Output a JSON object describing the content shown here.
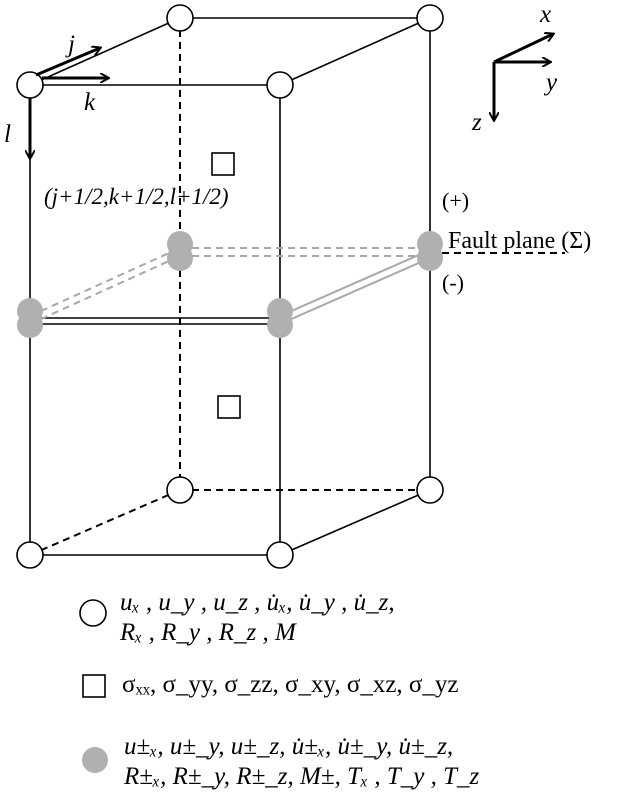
{
  "diagram": {
    "node_label": "(j+1/2,k+1/2,l+1/2)",
    "fault_label": "Fault plane (Σ)",
    "plus_label": "(+)",
    "minus_label": "(-)",
    "grid_axes": {
      "j": "j",
      "k": "k",
      "l": "l"
    },
    "coord_axes": {
      "x": "x",
      "y": "y",
      "z": "z"
    },
    "colors": {
      "line": "#000000",
      "fault_node": "#b0b0b0",
      "fault_line": "#a8a8a8"
    }
  },
  "legend": {
    "circle_line1": "uₓ , u_y , u_z , u̇ₓ, u̇_y , u̇_z,",
    "circle_line2": "Rₓ , R_y , R_z , M",
    "square_line": "σₓₓ, σ_yy, σ_zz, σ_xy, σ_xz, σ_yz",
    "gray_line1": "u±ₓ, u±_y, u±_z, u̇±ₓ, u̇±_y, u̇±_z,",
    "gray_line2": "R±ₓ, R±_y, R±_z, M±, Tₓ , T_y , T_z"
  }
}
